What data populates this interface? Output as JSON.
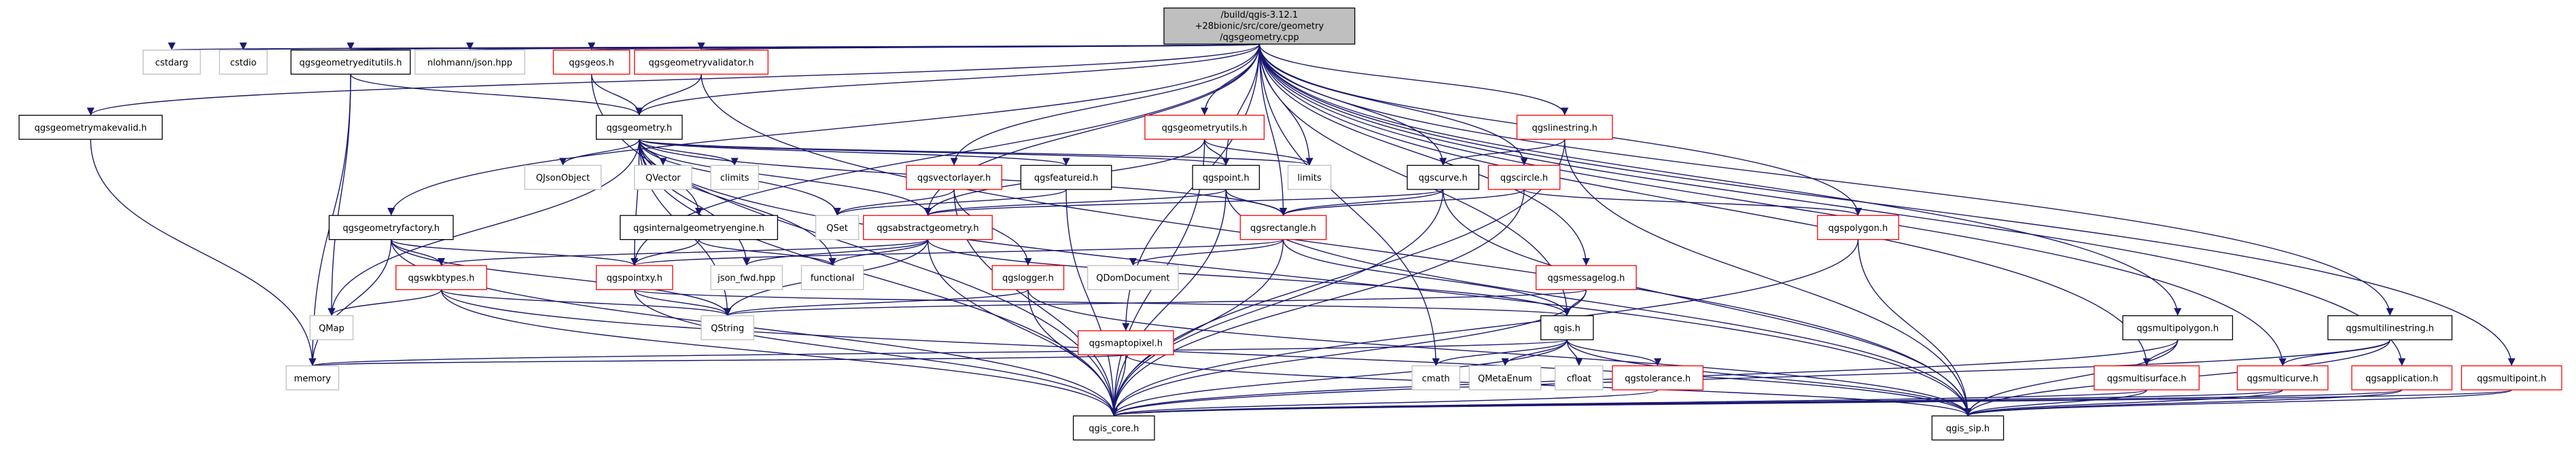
{
  "colors": {
    "edge": "#191970",
    "bad_border": "#ff0000",
    "root_fill": "#bfbfbf",
    "missing_border": "#bfbfbf"
  },
  "nodes": {
    "root": [
      "/build/qgis-3.12.1",
      "+28bionic/src/core/geometry",
      "/qgsgeometry.cpp"
    ],
    "cstdarg": "cstdarg",
    "cstdio": "cstdio",
    "qgsgeometryeditutils_h": "qgsgeometryeditutils.h",
    "nlohmann_json": "nlohmann/json.hpp",
    "qgsgeos_h": "qgsgeos.h",
    "qgsgeometryvalidator_h": "qgsgeometryvalidator.h",
    "qgsgeometrymakevalid_h": "qgsgeometrymakevalid.h",
    "qgsgeometry_h": "qgsgeometry.h",
    "qgsgeometryutils_h": "qgsgeometryutils.h",
    "qgslinestring_h": "qgslinestring.h",
    "qjsonobject": "QJsonObject",
    "qvector": "QVector",
    "climits": "climits",
    "qgsvectorlayer_h": "qgsvectorlayer.h",
    "qgsfeatureid_h": "qgsfeatureid.h",
    "qgspoint_h": "qgspoint.h",
    "limits": "limits",
    "qgscurve_h": "qgscurve.h",
    "qgscircle_h": "qgscircle.h",
    "qgspolygon_h": "qgspolygon.h",
    "qgsgeometryfactory_h": "qgsgeometryfactory.h",
    "qgsinternalgeometryengine_h": "qgsinternalgeometryengine.h",
    "qset": "QSet",
    "qgsabstractgeometry_h": "qgsabstractgeometry.h",
    "qgsrectangle_h": "qgsrectangle.h",
    "qgswkbtypes_h": "qgswkbtypes.h",
    "qgspointxy_h": "qgspointxy.h",
    "json_fwd": "json_fwd.hpp",
    "functional": "functional",
    "qdomdocument": "QDomDocument",
    "qgslogger_h": "qgslogger.h",
    "qgsmessagelog_h": "qgsmessagelog.h",
    "qmap": "QMap",
    "qstring": "QString",
    "qgis_h": "qgis.h",
    "qgsmaptopixel_h": "qgsmaptopixel.h",
    "memory": "memory",
    "cmath": "cmath",
    "qmetaenum": "QMetaEnum",
    "cfloat": "cfloat",
    "qgstolerance_h": "qgstolerance.h",
    "qgis_core_h": "qgis_core.h",
    "qgis_sip_h": "qgis_sip.h",
    "qgsmultipolygon_h": "qgsmultipolygon.h",
    "qgsmultisurface_h": "qgsmultisurface.h",
    "qgsmultilinestring_h": "qgsmultilinestring.h",
    "qgsmulticurve_h": "qgsmulticurve.h",
    "qgsapplication_h": "qgsapplication.h",
    "qgsmultipoint_h": "qgsmultipoint.h"
  }
}
